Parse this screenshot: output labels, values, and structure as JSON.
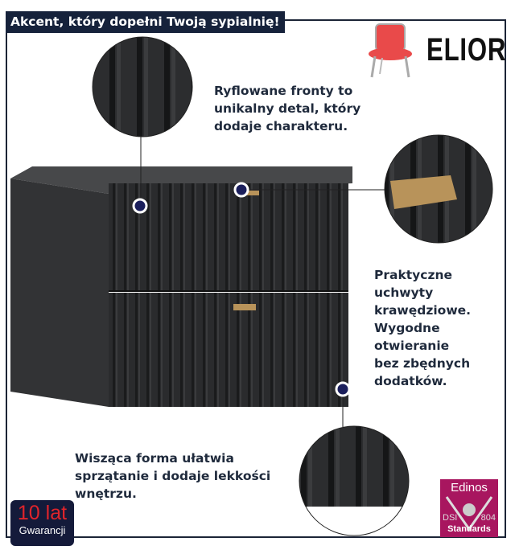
{
  "header": {
    "title": "Akcent, który dopełni Twoją sypialnię!",
    "brand": "ELIOR"
  },
  "features": [
    {
      "lines": [
        "Ryflowane fronty to",
        "unikalny detal, który",
        "dodaje charakteru."
      ]
    },
    {
      "lines": [
        "Praktyczne",
        "uchwyty",
        "krawędziowe.",
        "Wygodne",
        "otwieranie",
        "bez zbędnych",
        "dodatków."
      ]
    },
    {
      "lines": [
        "Wisząca forma ułatwia",
        "sprzątanie i dodaje lekkości",
        "wnętrzu."
      ]
    }
  ],
  "warranty": {
    "years": "10 lat",
    "label": "Gwarancji"
  },
  "certificate": {
    "name": "Edinos",
    "left": "DSI",
    "right": "804",
    "bottom": "Standards"
  },
  "colors": {
    "navy": "#16223b",
    "cabinet": "#2b2c2e",
    "gold": "#b8935a",
    "magenta": "#a8165f"
  }
}
